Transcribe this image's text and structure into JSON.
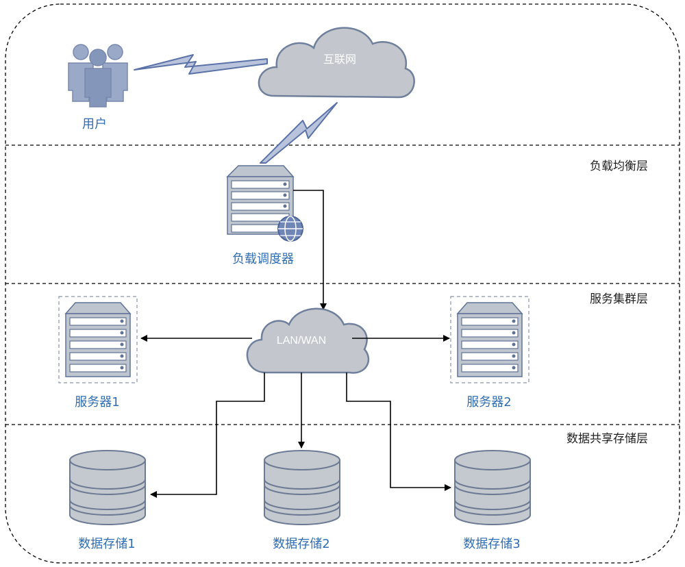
{
  "internet": {
    "label": "互联网"
  },
  "users": {
    "label": "用户"
  },
  "layers": {
    "load_balancing": "负载均衡层",
    "service_cluster": "服务集群层",
    "data_storage": "数据共享存储层"
  },
  "load_balancer": {
    "label": "负载调度器"
  },
  "network": {
    "label": "LAN/WAN"
  },
  "servers": [
    {
      "label": "服务器1"
    },
    {
      "label": "服务器2"
    }
  ],
  "storage": [
    {
      "label": "数据存储1"
    },
    {
      "label": "数据存储2"
    },
    {
      "label": "数据存储3"
    }
  ],
  "colors": {
    "label_blue": "#2f6db3",
    "cloud_fill": "#c3c6cc",
    "device_fill": "#bfc5cf",
    "outline": "#5f7296"
  }
}
